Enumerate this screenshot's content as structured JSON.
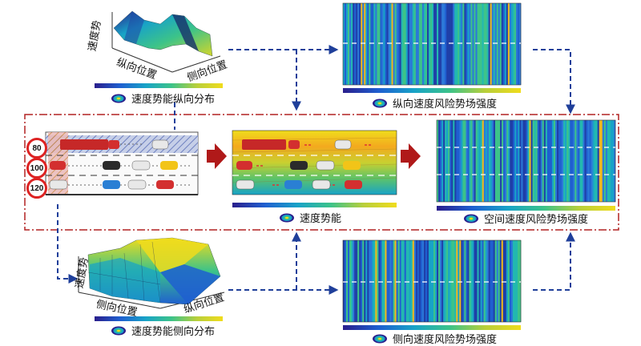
{
  "labels": {
    "speed_potential_axis": "速度势",
    "longitudinal_position": "纵向位置",
    "lateral_position": "侧向位置"
  },
  "captions": {
    "longitudinal_distribution": "速度势能纵向分布",
    "longitudinal_risk": "纵向速度风险势场强度",
    "speed_potential": "速度势能",
    "spatial_risk": "空间速度风险势场强度",
    "lateral_distribution": "速度势能侧向分布",
    "lateral_risk": "侧向速度风险势场强度"
  },
  "speed_limits": [
    "80",
    "100",
    "120"
  ],
  "colors": {
    "dashed_frame": "#b22222",
    "arrow_blue": "#1f3f9a",
    "big_arrow": "#b01919",
    "car_red": "#d32f2f",
    "car_yellow": "#f2c418",
    "car_blue": "#2a7fd4",
    "car_black": "#2b2b2b",
    "car_white": "#e8e8e8",
    "colormap": [
      "#2a1e8c",
      "#1f5fd0",
      "#18a3c7",
      "#3cc389",
      "#b9cf3a",
      "#f0dc1c"
    ]
  },
  "icons": [
    "colormap-legend-icon",
    "right-arrow-icon",
    "speed-limit-sign-icon",
    "car-icon",
    "truck-icon"
  ]
}
